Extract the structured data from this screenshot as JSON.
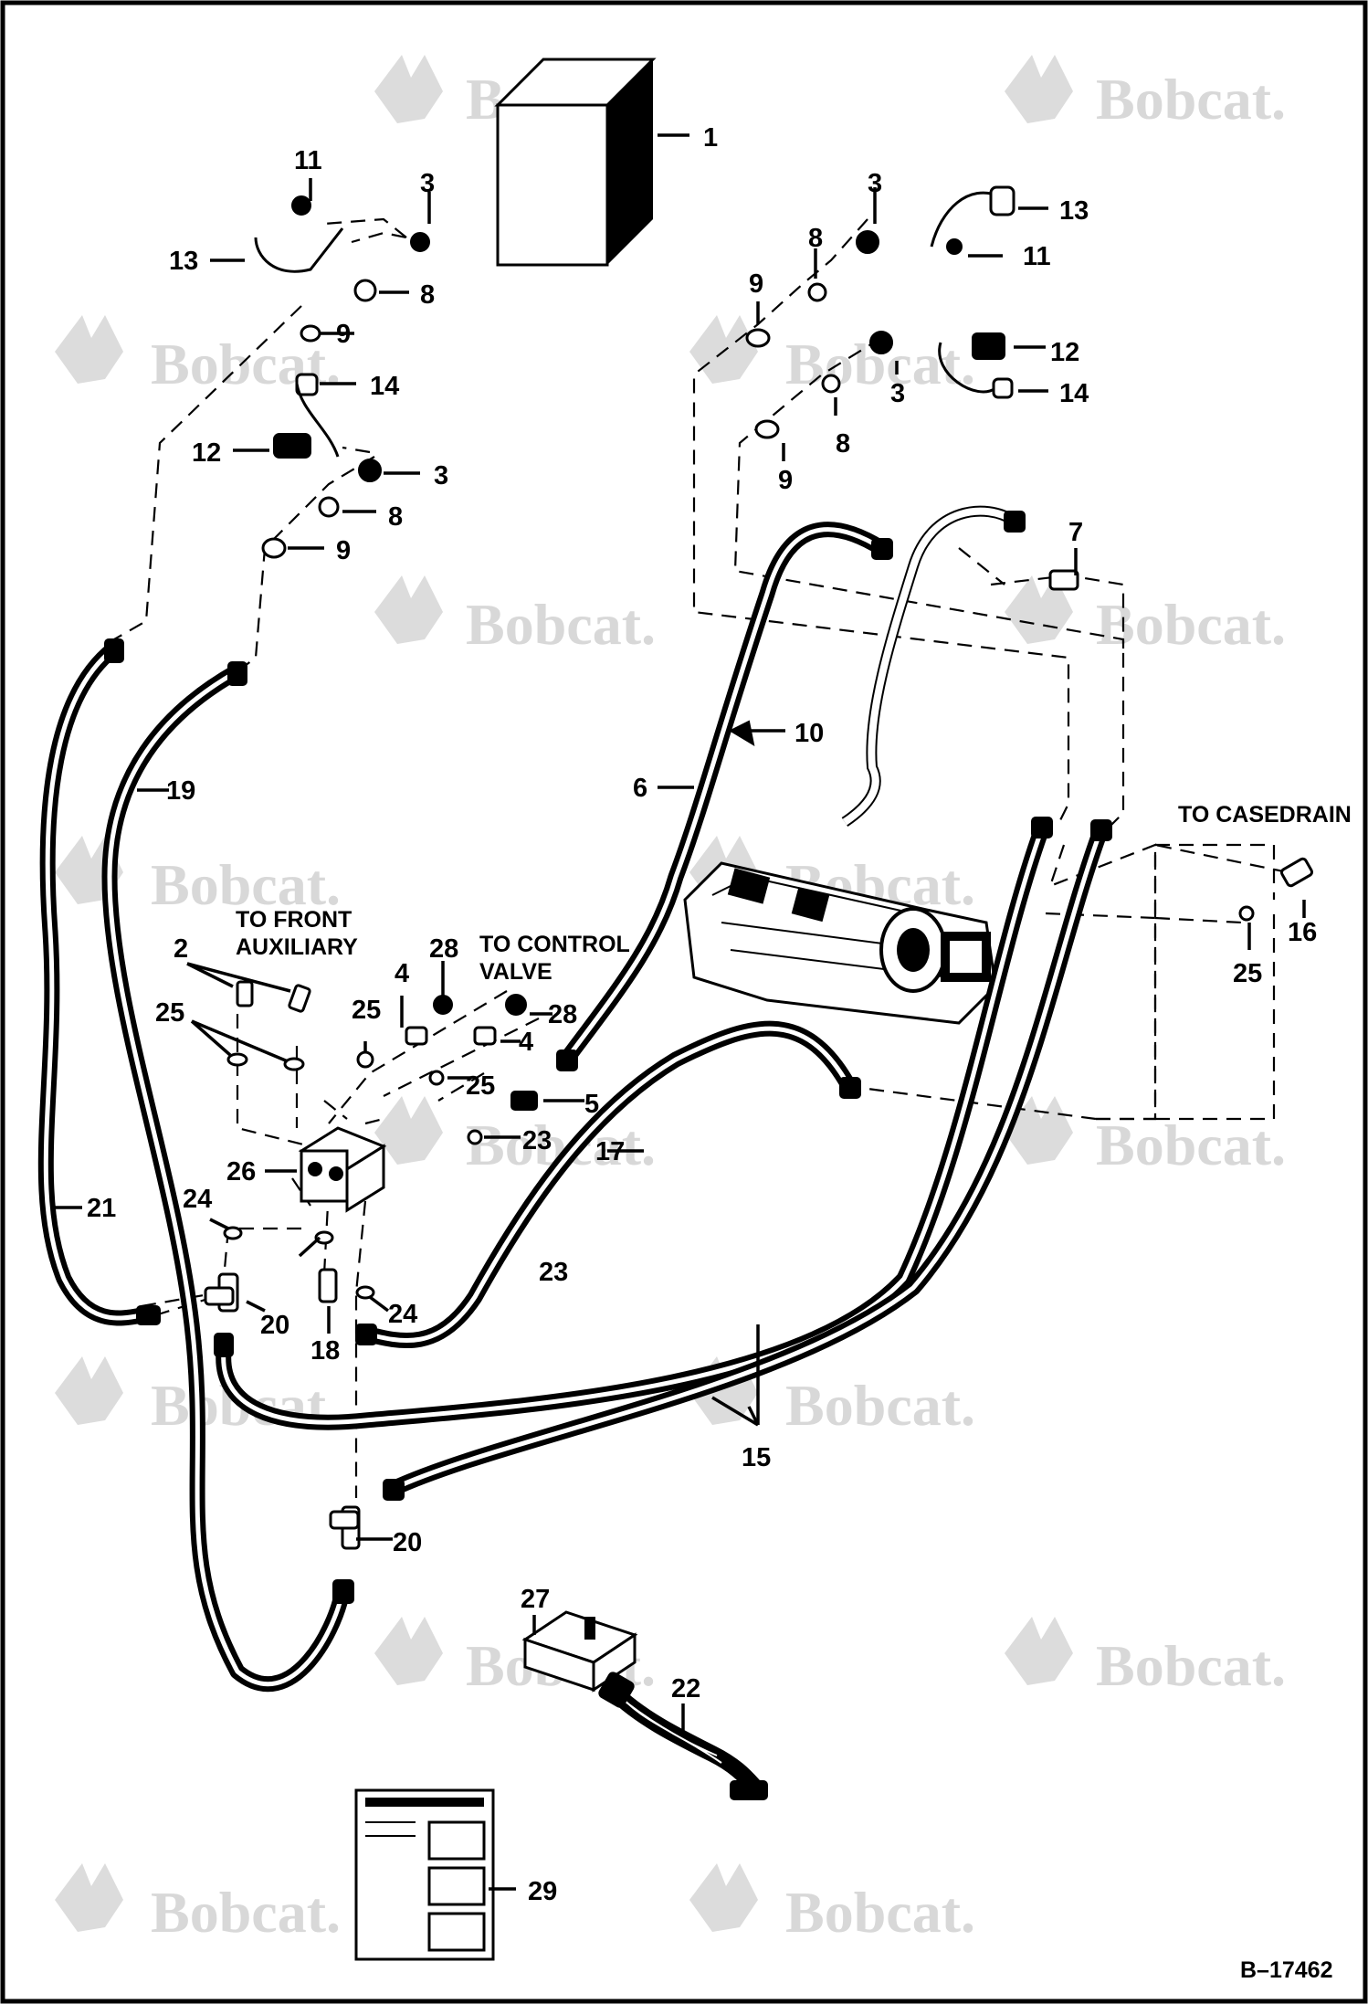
{
  "brand": {
    "watermark_text": "Bobcat.",
    "watermark_color": "#d8d8d8",
    "line_color": "#000000"
  },
  "drawing_number": "B–17462",
  "notes": {
    "front_auxiliary_1": "TO FRONT",
    "front_auxiliary_2": "AUXILIARY",
    "control_valve_1": "TO CONTROL",
    "control_valve_2": "VALVE",
    "casedrain": "TO CASEDRAIN"
  },
  "callouts": [
    {
      "id": "c1",
      "label": "1"
    },
    {
      "id": "c2",
      "label": "2"
    },
    {
      "id": "c3a",
      "label": "3"
    },
    {
      "id": "c3b",
      "label": "3"
    },
    {
      "id": "c3c",
      "label": "3"
    },
    {
      "id": "c3d",
      "label": "3"
    },
    {
      "id": "c4a",
      "label": "4"
    },
    {
      "id": "c4b",
      "label": "4"
    },
    {
      "id": "c5",
      "label": "5"
    },
    {
      "id": "c6",
      "label": "6"
    },
    {
      "id": "c7",
      "label": "7"
    },
    {
      "id": "c8a",
      "label": "8"
    },
    {
      "id": "c8b",
      "label": "8"
    },
    {
      "id": "c8c",
      "label": "8"
    },
    {
      "id": "c8d",
      "label": "8"
    },
    {
      "id": "c9a",
      "label": "9"
    },
    {
      "id": "c9b",
      "label": "9"
    },
    {
      "id": "c9c",
      "label": "9"
    },
    {
      "id": "c9d",
      "label": "9"
    },
    {
      "id": "c10",
      "label": "10"
    },
    {
      "id": "c11a",
      "label": "11"
    },
    {
      "id": "c11b",
      "label": "11"
    },
    {
      "id": "c12a",
      "label": "12"
    },
    {
      "id": "c12b",
      "label": "12"
    },
    {
      "id": "c13a",
      "label": "13"
    },
    {
      "id": "c13b",
      "label": "13"
    },
    {
      "id": "c14a",
      "label": "14"
    },
    {
      "id": "c14b",
      "label": "14"
    },
    {
      "id": "c15",
      "label": "15"
    },
    {
      "id": "c16",
      "label": "16"
    },
    {
      "id": "c17",
      "label": "17"
    },
    {
      "id": "c18",
      "label": "18"
    },
    {
      "id": "c19",
      "label": "19"
    },
    {
      "id": "c20a",
      "label": "20"
    },
    {
      "id": "c20b",
      "label": "20"
    },
    {
      "id": "c21",
      "label": "21"
    },
    {
      "id": "c22",
      "label": "22"
    },
    {
      "id": "c23a",
      "label": "23"
    },
    {
      "id": "c23b",
      "label": "23"
    },
    {
      "id": "c24a",
      "label": "24"
    },
    {
      "id": "c24b",
      "label": "24"
    },
    {
      "id": "c25a",
      "label": "25"
    },
    {
      "id": "c25b",
      "label": "25"
    },
    {
      "id": "c25c",
      "label": "25"
    },
    {
      "id": "c25d",
      "label": "25"
    },
    {
      "id": "c26",
      "label": "26"
    },
    {
      "id": "c27",
      "label": "27"
    },
    {
      "id": "c28a",
      "label": "28"
    },
    {
      "id": "c28b",
      "label": "28"
    },
    {
      "id": "c29",
      "label": "29"
    }
  ]
}
